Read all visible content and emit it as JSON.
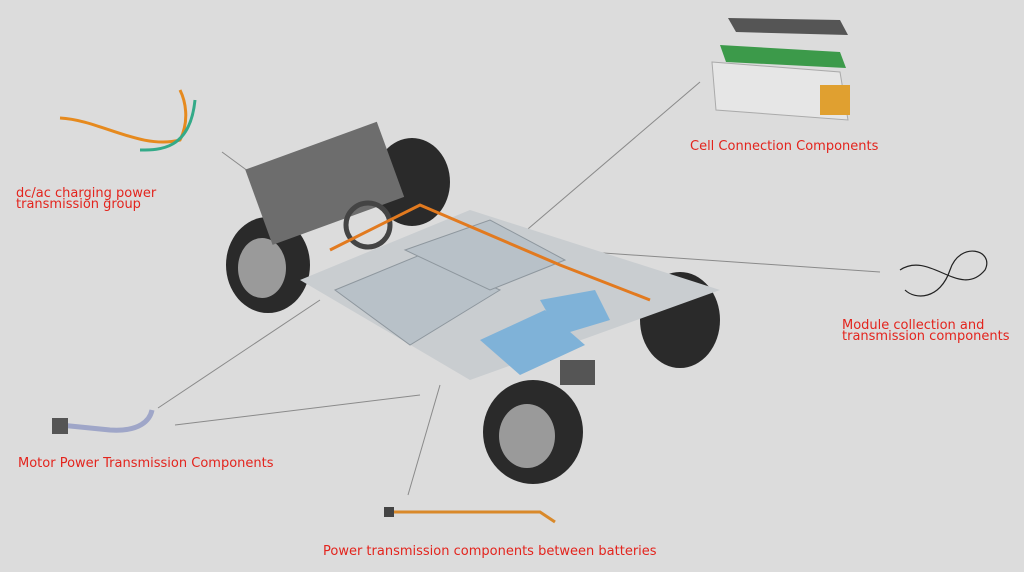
{
  "labels": {
    "charging": [
      "dc/ac charging power",
      "transmission group"
    ],
    "cell_connection": "Cell Connection Components",
    "module_collection": [
      "Module collection and",
      "transmission components"
    ],
    "motor_power": "Motor Power Transmission Components",
    "between_batteries": "Power transmission components between batteries"
  },
  "colors": {
    "label": "#e3241d",
    "background": "#dcdcdc"
  }
}
